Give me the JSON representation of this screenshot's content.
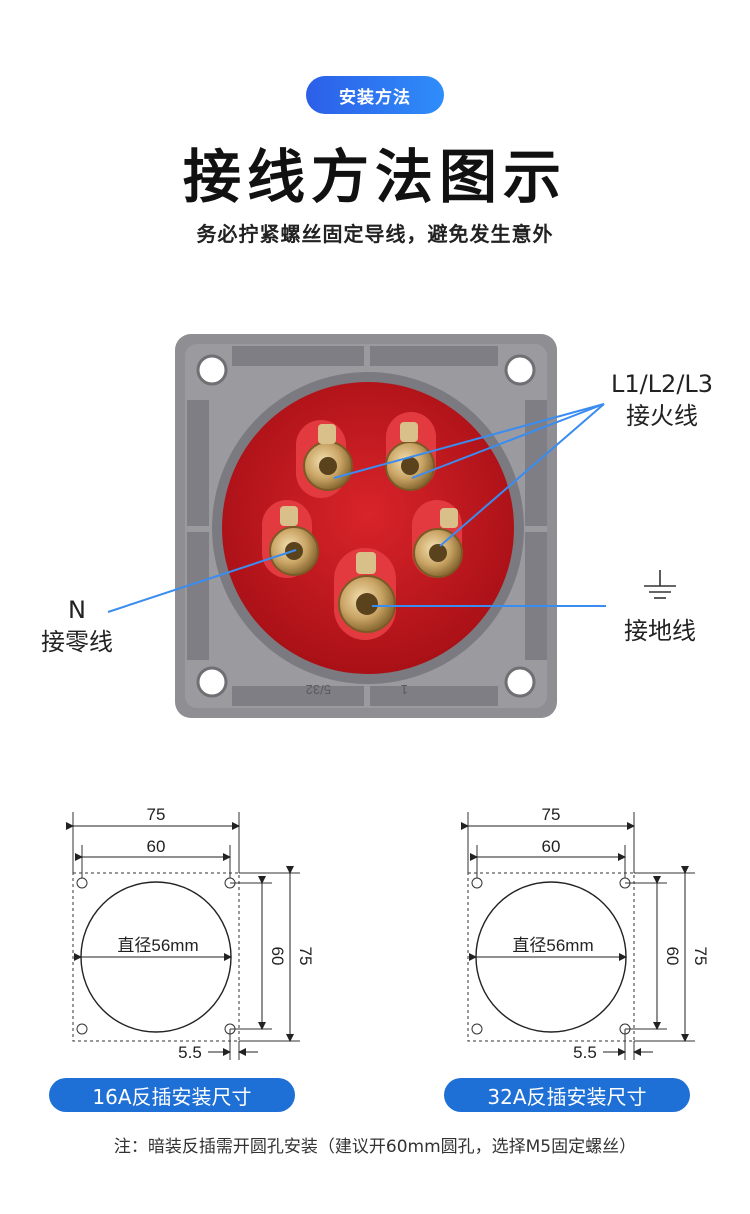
{
  "header": {
    "pill": "安装方法",
    "title": "接线方法图示",
    "subtitle": "务必拧紧螺丝固定导线，避免发生意外"
  },
  "labels": {
    "live_code": "L1/L2/L3",
    "live_text": "接火线",
    "neutral_code": "N",
    "neutral_text": "接零线",
    "ground_text": "接地线"
  },
  "socket_markings": {
    "left": "5/32",
    "right": "1"
  },
  "diagrams": [
    {
      "outer_w": "75",
      "inner_w": "60",
      "height_inner": "60",
      "height_outer": "75",
      "diameter": "直径56mm",
      "offset": "5.5",
      "caption": "16A反插安装尺寸"
    },
    {
      "outer_w": "75",
      "inner_w": "60",
      "height_inner": "60",
      "height_outer": "75",
      "diameter": "直径56mm",
      "offset": "5.5",
      "caption": "32A反插安装尺寸"
    }
  ],
  "note": "注：暗装反插需开圆孔安装（建议开60mm圆孔，选择M5固定螺丝）",
  "colors": {
    "accent_blue": "#1e6fd6",
    "pill_gradient_start": "#2c5fe8",
    "socket_red": "#c4161c",
    "housing_gray": "#8e8e93",
    "line_blue": "#3b8cf0"
  }
}
